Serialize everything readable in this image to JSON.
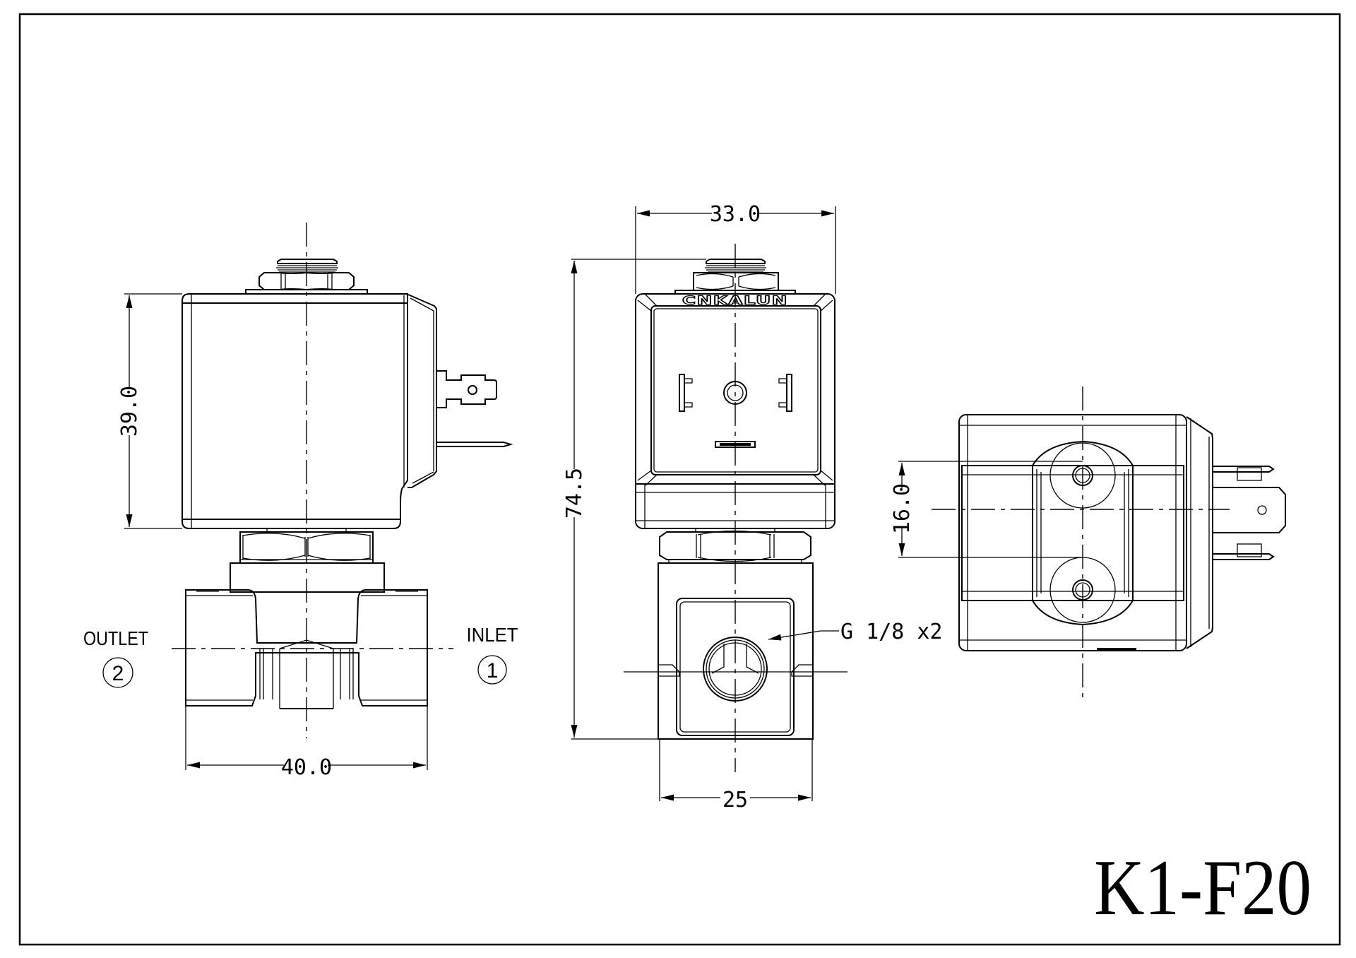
{
  "drawing": {
    "model": "K1-F20",
    "brand": "CNKALUN",
    "colors": {
      "line": "#000000",
      "background": "#ffffff"
    }
  },
  "side_view": {
    "dim_height": "39.0",
    "dim_width": "40.0",
    "outlet_label": "OUTLET",
    "outlet_number": "2",
    "inlet_label": "INLET",
    "inlet_number": "1"
  },
  "front_view": {
    "dim_width": "33.0",
    "dim_total_height": "74.5",
    "dim_body_width": "25",
    "port_callout": "G 1/8 x2"
  },
  "bottom_view": {
    "dim_hole_spacing": "16.0"
  }
}
